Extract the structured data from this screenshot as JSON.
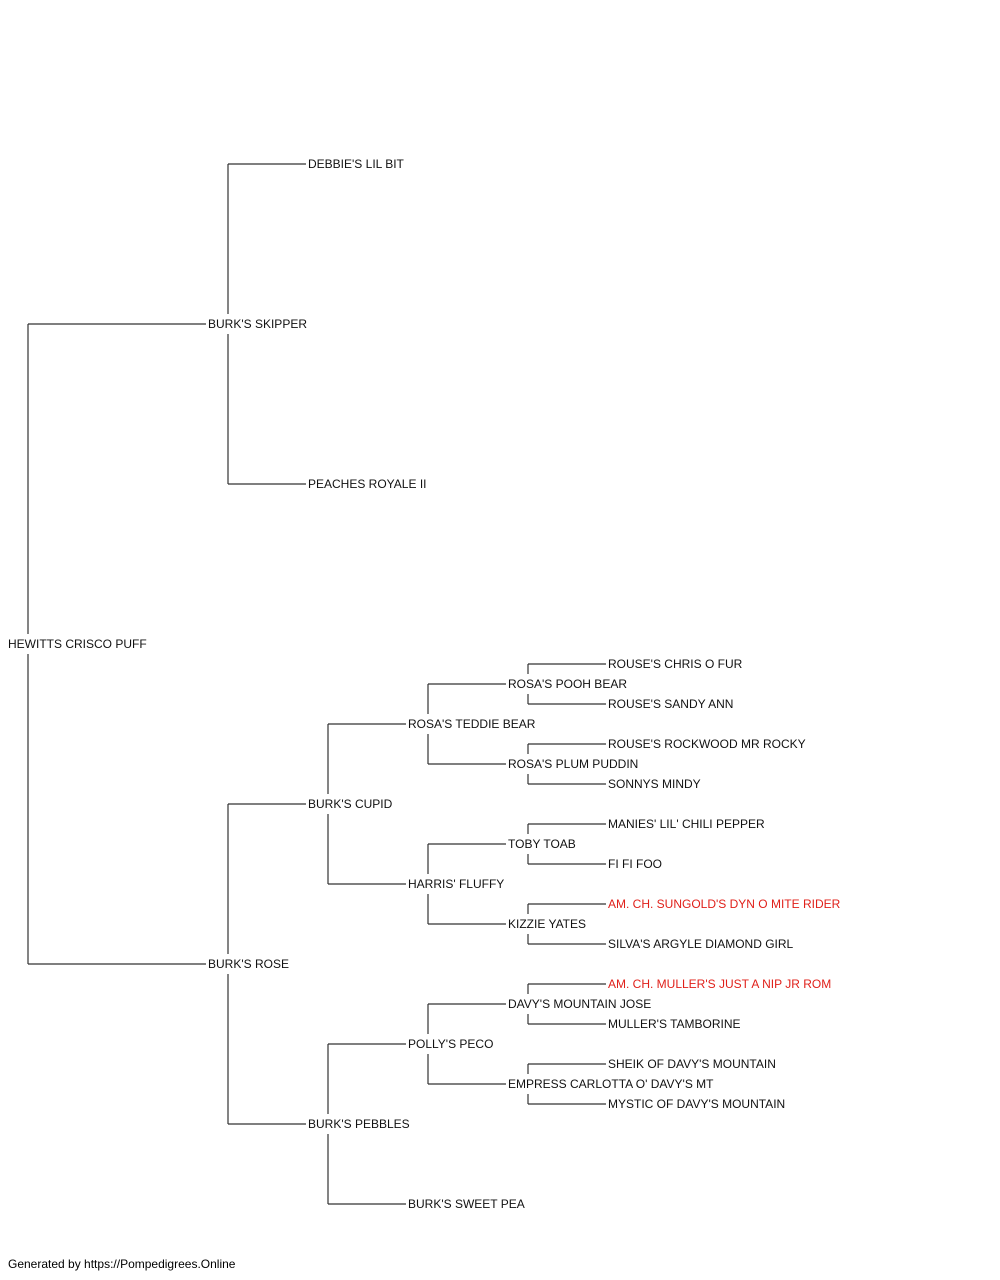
{
  "colors": {
    "text": "#111111",
    "champion": "#e0201a",
    "line": "#333333"
  },
  "pedigree": {
    "name": "HEWITTS CRISCO PUFF",
    "sire": {
      "name": "BURK'S SKIPPER",
      "sire": {
        "name": "DEBBIE'S LIL BIT"
      },
      "dam": {
        "name": "PEACHES ROYALE II"
      }
    },
    "dam": {
      "name": "BURK'S ROSE",
      "sire": {
        "name": "BURK'S CUPID",
        "sire": {
          "name": "ROSA'S TEDDIE BEAR",
          "sire": {
            "name": "ROSA'S POOH BEAR",
            "sire": {
              "name": "ROUSE'S CHRIS O FUR"
            },
            "dam": {
              "name": "ROUSE'S SANDY ANN"
            }
          },
          "dam": {
            "name": "ROSA'S PLUM PUDDIN",
            "sire": {
              "name": "ROUSE'S ROCKWOOD MR ROCKY"
            },
            "dam": {
              "name": "SONNYS MINDY"
            }
          }
        },
        "dam": {
          "name": "HARRIS' FLUFFY",
          "sire": {
            "name": "TOBY TOAB",
            "sire": {
              "name": "MANIES' LIL' CHILI PEPPER"
            },
            "dam": {
              "name": "FI FI FOO"
            }
          },
          "dam": {
            "name": "KIZZIE YATES",
            "sire": {
              "name": "AM. CH. SUNGOLD'S DYN O MITE RIDER",
              "champion": true
            },
            "dam": {
              "name": "SILVA'S ARGYLE DIAMOND GIRL"
            }
          }
        }
      },
      "dam": {
        "name": "BURK'S PEBBLES",
        "sire": {
          "name": "POLLY'S PECO",
          "sire": {
            "name": "DAVY'S MOUNTAIN JOSE",
            "sire": {
              "name": "AM. CH. MULLER'S JUST A NIP JR ROM",
              "champion": true
            },
            "dam": {
              "name": "MULLER'S TAMBORINE"
            }
          },
          "dam": {
            "name": "EMPRESS CARLOTTA O' DAVY'S MT",
            "sire": {
              "name": "SHEIK OF DAVY'S MOUNTAIN"
            },
            "dam": {
              "name": "MYSTIC OF DAVY'S MOUNTAIN"
            }
          }
        },
        "dam": {
          "name": "BURK'S SWEET PEA"
        }
      }
    }
  },
  "footer": "Generated by https://Pompedigrees.Online"
}
